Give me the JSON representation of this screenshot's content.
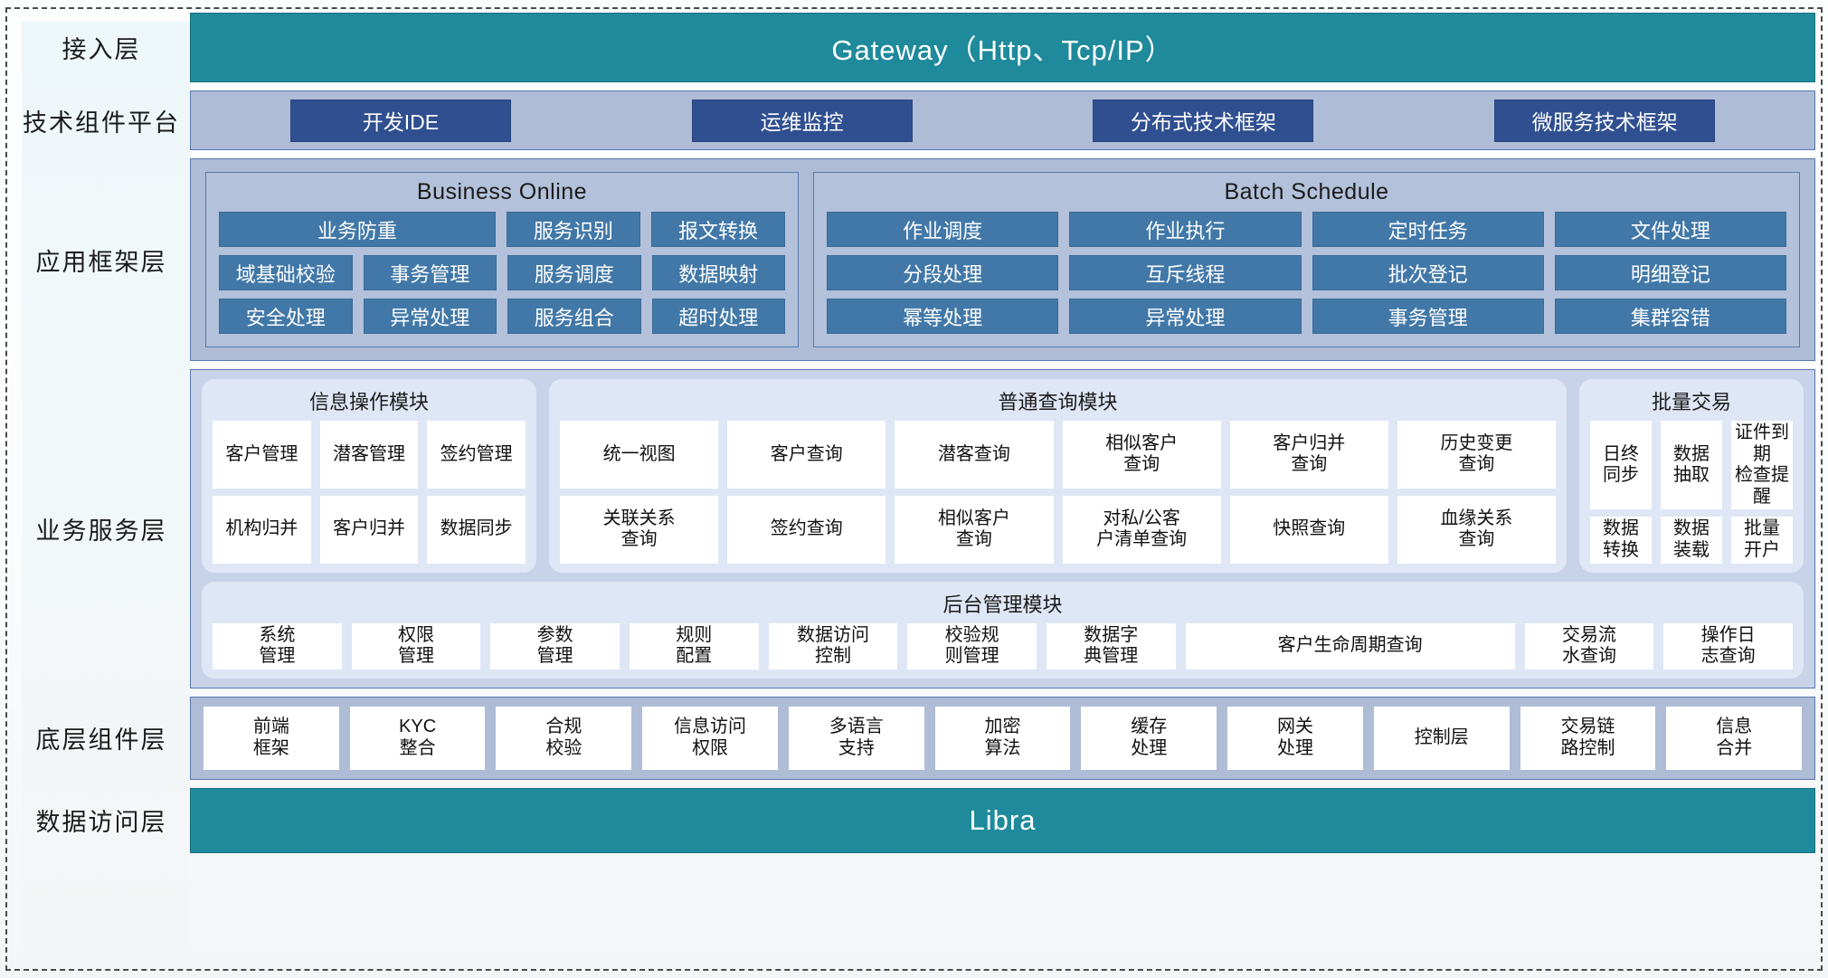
{
  "diagram": {
    "title": "Customer Information Management System Layered Architecture",
    "colors": {
      "teal": "#1f8a9b",
      "dark_blue": "#2f4f90",
      "mid_blue": "#4278a8",
      "band_blue": "#aebcd6",
      "panel_blue": "#b3c1da",
      "biz_band": "#c8d2e8",
      "module_bg": "#dfe6f5",
      "white_cell": "#ffffff",
      "border": "#5878ad"
    }
  },
  "layers": [
    {
      "label": "接入层",
      "type": "bar",
      "bar_text": "Gateway（Http、Tcp/IP）"
    },
    {
      "label": "技术组件平台",
      "type": "tech",
      "items": [
        "开发IDE",
        "运维监控",
        "分布式技术框架",
        "微服务技术框架"
      ]
    },
    {
      "label": "应用框架层",
      "type": "app",
      "panels": [
        {
          "title": "Business Online",
          "rows": [
            [
              "业务防重",
              "服务识别",
              "报文转换"
            ],
            [
              "域基础校验",
              "事务管理",
              "服务调度",
              "数据映射"
            ],
            [
              "安全处理",
              "异常处理",
              "服务组合",
              "超时处理"
            ]
          ]
        },
        {
          "title": "Batch Schedule",
          "rows": [
            [
              "作业调度",
              "作业执行",
              "定时任务",
              "文件处理"
            ],
            [
              "分段处理",
              "互斥线程",
              "批次登记",
              "明细登记"
            ],
            [
              "幂等处理",
              "异常处理",
              "事务管理",
              "集群容错"
            ]
          ]
        }
      ]
    },
    {
      "label": "业务服务层",
      "type": "biz",
      "modules": [
        {
          "title": "信息操作模块",
          "rows": [
            [
              "客户管理",
              "潜客管理",
              "签约管理"
            ],
            [
              "机构归并",
              "客户归并",
              "数据同步"
            ]
          ]
        },
        {
          "title": "普通查询模块",
          "rows": [
            [
              "统一视图",
              "客户查询",
              "潜客查询",
              "相似客户\n查询",
              "客户归并\n查询",
              "历史变更\n查询"
            ],
            [
              "关联关系\n查询",
              "签约查询",
              "相似客户\n查询",
              "对私/公客\n户清单查询",
              "快照查询",
              "血缘关系\n查询"
            ]
          ]
        },
        {
          "title": "批量交易",
          "rows": [
            [
              "日终\n同步",
              "数据\n抽取",
              "证件到期\n检查提醒"
            ],
            [
              "数据\n转换",
              "数据\n装载",
              "批量\n开户"
            ]
          ]
        }
      ],
      "admin": {
        "title": "后台管理模块",
        "items": [
          "系统\n管理",
          "权限\n管理",
          "参数\n管理",
          "规则\n配置",
          "数据访问\n控制",
          "校验规\n则管理",
          "数据字\n典管理",
          "客户生命周期查询",
          "交易流\n水查询",
          "操作日\n志查询"
        ]
      }
    },
    {
      "label": "底层组件层",
      "type": "components",
      "items": [
        "前端\n框架",
        "KYC\n整合",
        "合规\n校验",
        "信息访问\n权限",
        "多语言\n支持",
        "加密\n算法",
        "缓存\n处理",
        "网关\n处理",
        "控制层",
        "交易链\n路控制",
        "信息\n合并"
      ]
    },
    {
      "label": "数据访问层",
      "type": "bar",
      "bar_text": "Libra"
    }
  ]
}
